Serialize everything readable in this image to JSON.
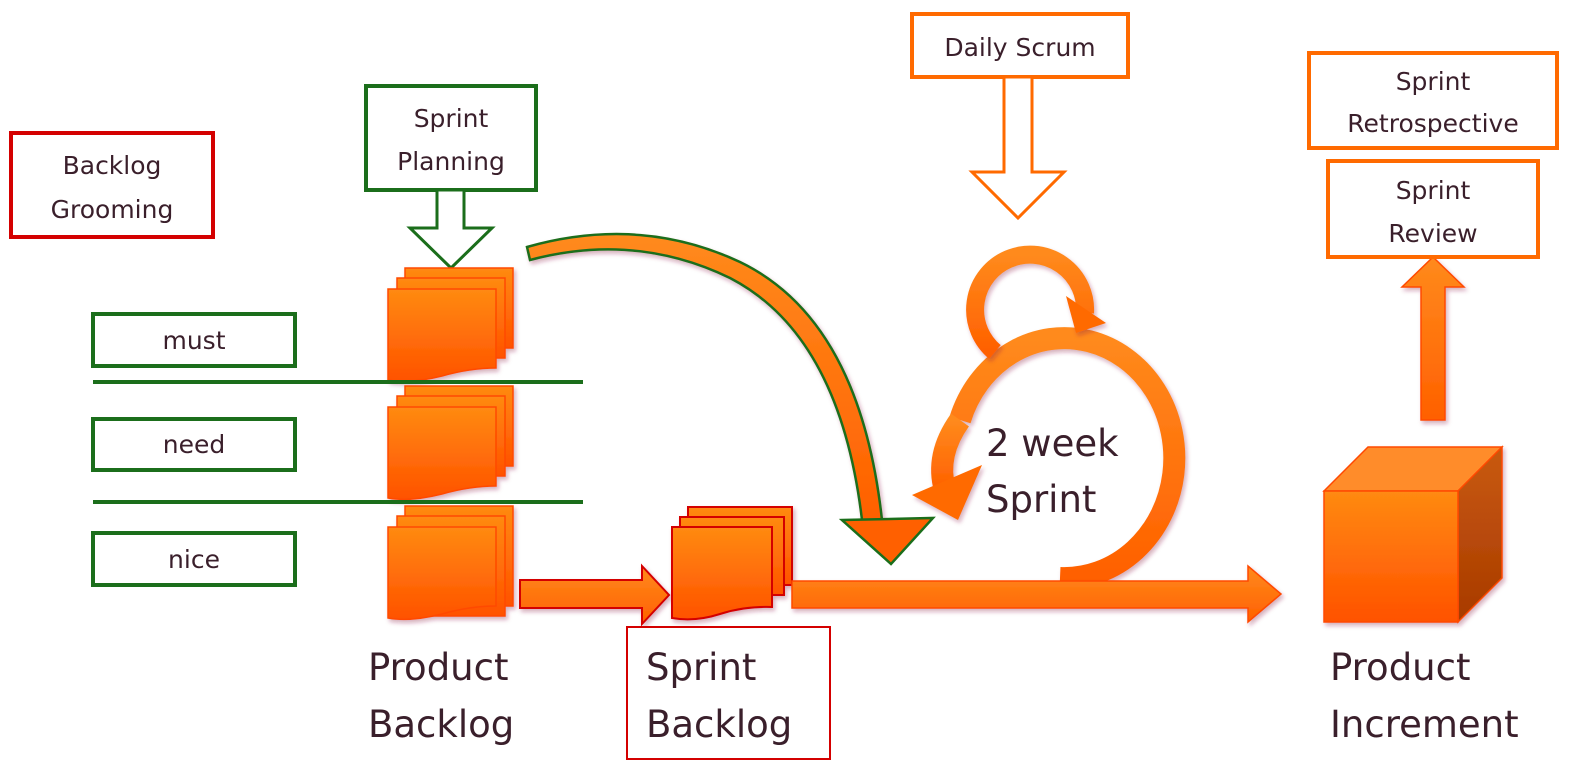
{
  "title": "Scrum Process",
  "colors": {
    "orange": "#ff6a00",
    "orange_light": "#ff8a1c",
    "orange_dark": "#b84300",
    "red": "#d40000",
    "green": "#1b6e1b",
    "text": "#3a1f2b"
  },
  "labels": {
    "backlog_grooming": [
      "Backlog",
      "Grooming"
    ],
    "sprint_planning": [
      "Sprint",
      "Planning"
    ],
    "daily_scrum": "Daily Scrum",
    "sprint_retrospective": [
      "Sprint",
      "Retrospective"
    ],
    "sprint_review": [
      "Sprint",
      "Review"
    ],
    "priorities": [
      "must",
      "need",
      "nice"
    ],
    "two_week_sprint": [
      "2 week",
      "Sprint"
    ],
    "product_backlog": [
      "Product",
      "Backlog"
    ],
    "sprint_backlog": [
      "Sprint",
      "Backlog"
    ],
    "product_increment": [
      "Product",
      "Increment"
    ]
  }
}
